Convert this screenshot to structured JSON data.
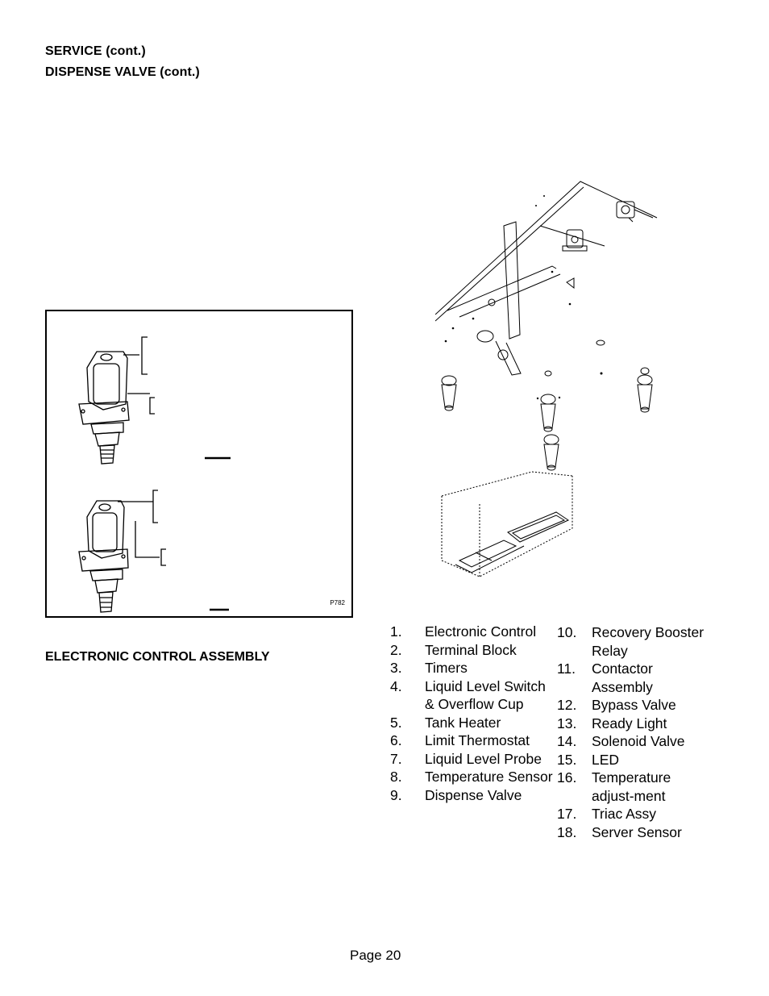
{
  "header": {
    "line1": "SERVICE (cont.)",
    "line2": "DISPENSE VALVE (cont.)"
  },
  "valve_figure": {
    "code": "P782"
  },
  "section_title": "ELECTRONIC CONTROL ASSEMBLY",
  "parts_left": [
    {
      "num": "1.",
      "name": "Electronic Control"
    },
    {
      "num": "2.",
      "name": "Terminal Block"
    },
    {
      "num": "3.",
      "name": "Timers"
    },
    {
      "num": "4.",
      "name": "Liquid Level Switch & Overflow Cup"
    },
    {
      "num": "5.",
      "name": "Tank Heater"
    },
    {
      "num": "6.",
      "name": "Limit Thermostat"
    },
    {
      "num": "7.",
      "name": "Liquid Level Probe"
    },
    {
      "num": "8.",
      "name": "Temperature Sensor"
    },
    {
      "num": "9.",
      "name": "Dispense Valve"
    }
  ],
  "parts_right": [
    {
      "num": "10.",
      "name": "Recovery Booster Relay"
    },
    {
      "num": "11.",
      "name": "Contactor Assembly"
    },
    {
      "num": "12.",
      "name": "Bypass Valve"
    },
    {
      "num": "13.",
      "name": "Ready Light"
    },
    {
      "num": "14.",
      "name": "Solenoid Valve"
    },
    {
      "num": "15.",
      "name": "LED"
    },
    {
      "num": "16.",
      "name": "Temperature adjust-ment"
    },
    {
      "num": "17.",
      "name": "Triac Assy"
    },
    {
      "num": "18.",
      "name": "Server Sensor"
    }
  ],
  "page": {
    "label": "Page 20"
  }
}
